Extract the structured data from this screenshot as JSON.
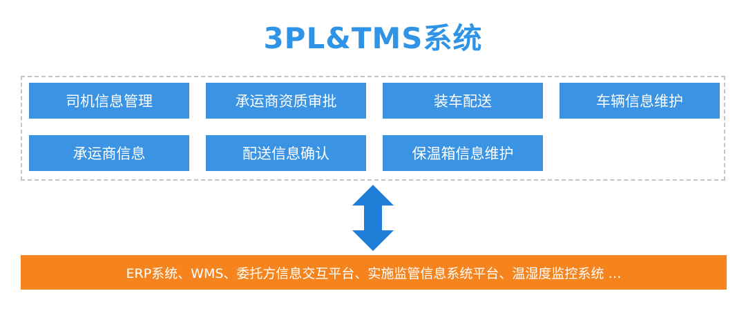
{
  "title": "3PL&TMS系统",
  "modules": [
    "司机信息管理",
    "承运商资质审批",
    "装车配送",
    "车辆信息维护",
    "承运商信息",
    "配送信息确认",
    "保温箱信息维护"
  ],
  "integration_bar": "ERP系统、WMS、委托方信息交互平台、实施监管信息系统平台、温湿度监控系统   …",
  "colors": {
    "title": "#2f93e6",
    "module": "#3a93e3",
    "arrow": "#1f7fd8",
    "bar": "#f5841f"
  },
  "icons": {
    "connector": "bidirectional-vertical-arrow"
  }
}
